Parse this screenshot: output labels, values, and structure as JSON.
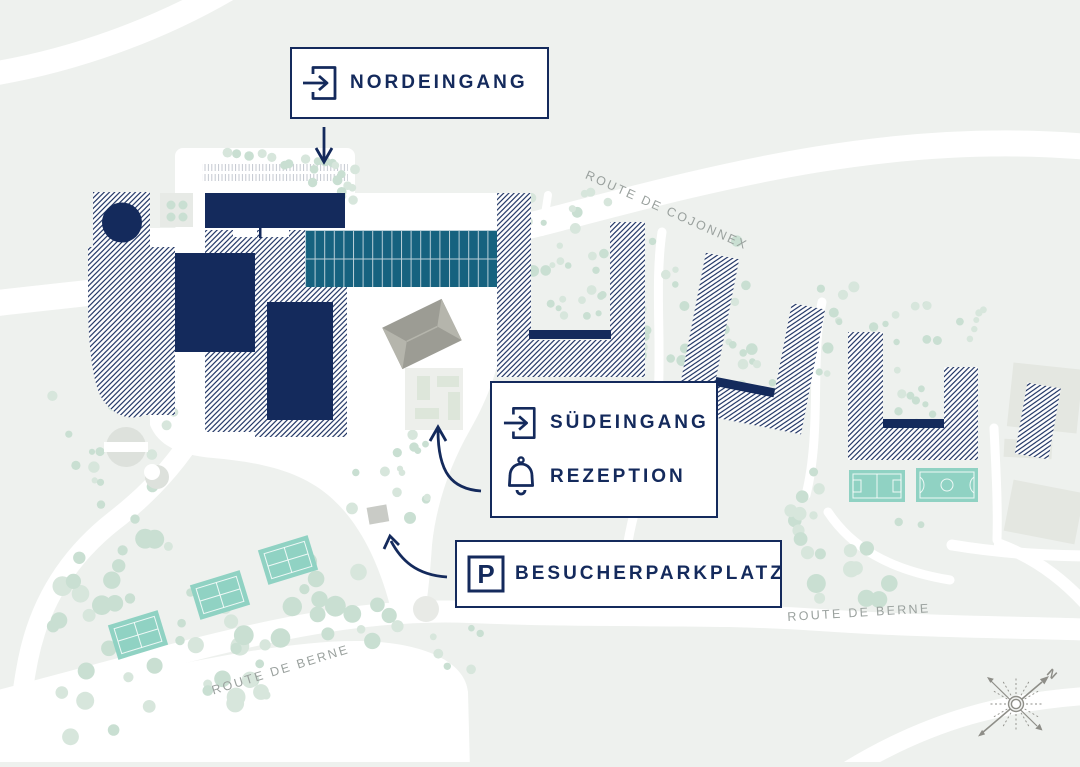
{
  "callouts": {
    "nordeingang": {
      "label": "NORDEINGANG",
      "icon": "entrance-icon"
    },
    "suedeingang": {
      "label": "SÜDEINGANG",
      "icon": "entrance-icon"
    },
    "rezeption": {
      "label": "REZEPTION",
      "icon": "bell-icon"
    },
    "besucherparkplatz": {
      "label": "BESUCHERPARKPLATZ",
      "icon": "parking-icon"
    }
  },
  "roads": {
    "route_de_cojonnex": "ROUTE DE COJONNEX",
    "route_de_berne_southwest": "ROUTE DE BERNE",
    "route_de_berne_east": "ROUTE DE BERNE"
  },
  "compass": {
    "north_label": "N"
  },
  "colors": {
    "navy": "#142A5C",
    "teal-roof": "#16627F",
    "court-teal": "#90D2C3",
    "tree-green": "#C9DFD2",
    "tree-green-light": "#D7E6DC",
    "background": "#EEF1EE",
    "road-white": "#FFFFFF",
    "building-gray": "#9C9C94",
    "building-gray-light": "#B5B5AC",
    "field-gray": "#E4E7E1",
    "label-gray": "#9AA19E",
    "compass-gray": "#8E8E88"
  }
}
